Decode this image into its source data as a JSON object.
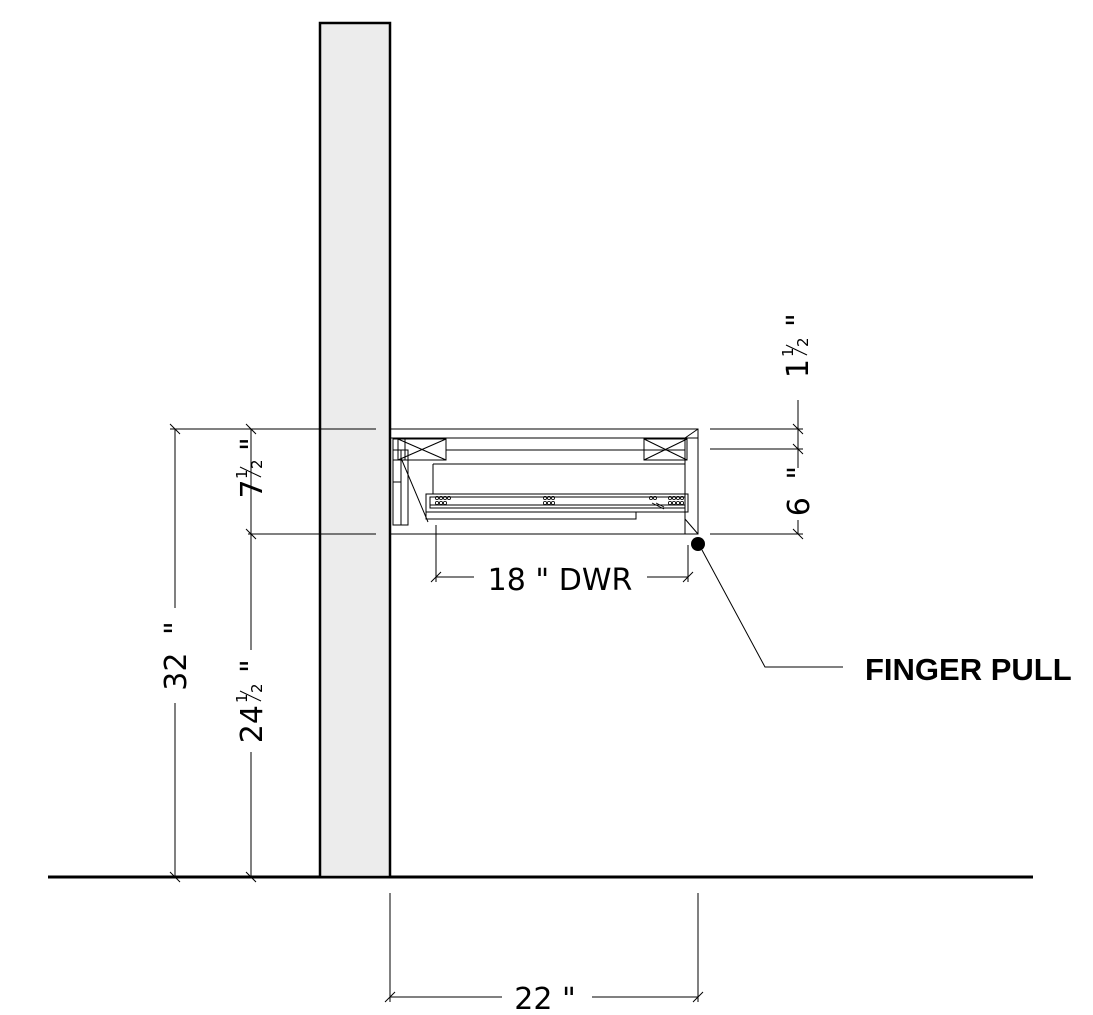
{
  "dimensions": {
    "total_height": {
      "whole": "32",
      "mark": "\""
    },
    "drawer_box_height": {
      "whole": "7",
      "num": "1",
      "den": "2",
      "mark": "\""
    },
    "lower_height": {
      "whole": "24",
      "num": "1",
      "den": "2",
      "mark": "\""
    },
    "top_thickness": {
      "whole": "1",
      "num": "1",
      "den": "2",
      "mark": "\""
    },
    "drawer_height": {
      "whole": "6",
      "mark": "\""
    },
    "drawer_depth": "18 \" DWR",
    "counter_depth": "22 \""
  },
  "labels": {
    "finger_pull": "FINGER PULL"
  },
  "colors": {
    "line": "#000000",
    "post_fill": "#ececec",
    "background": "#ffffff"
  }
}
